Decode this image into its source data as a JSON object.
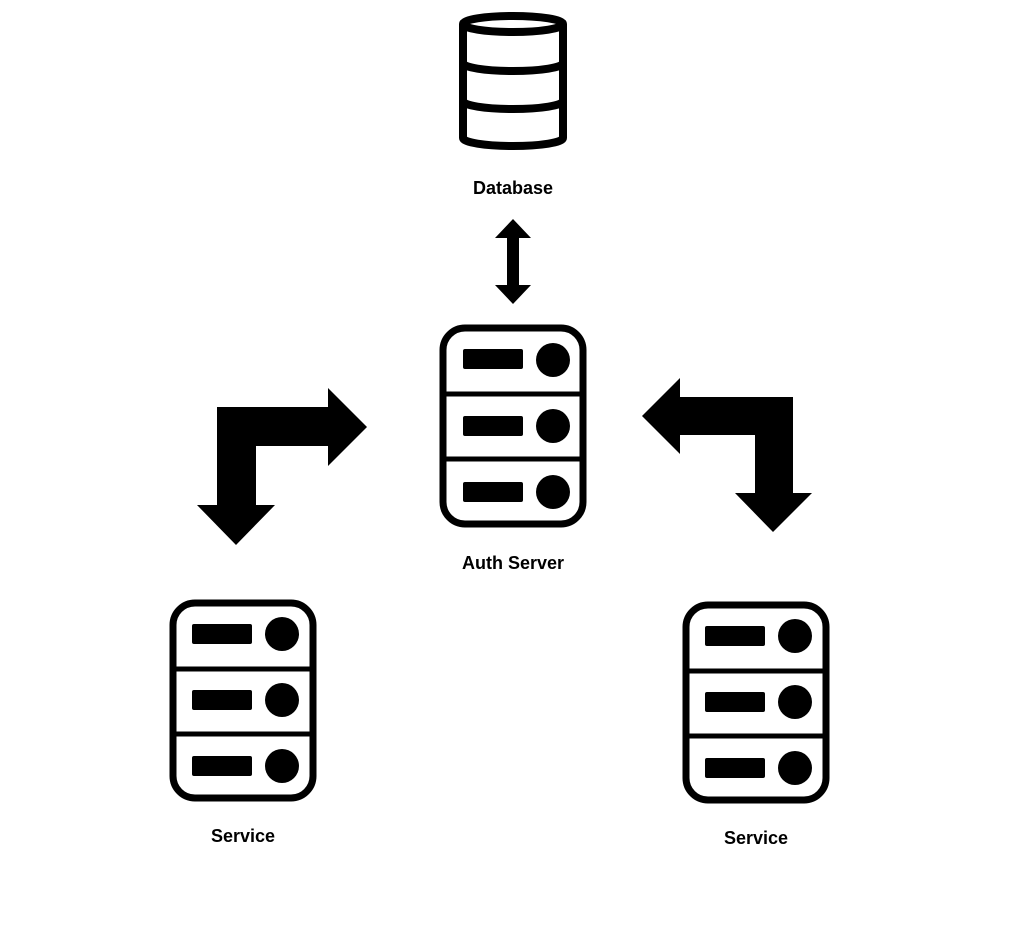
{
  "nodes": {
    "database": {
      "label": "Database",
      "icon": "database-icon"
    },
    "auth_server": {
      "label": "Auth Server",
      "icon": "server-icon"
    },
    "service_left": {
      "label": "Service",
      "icon": "server-icon"
    },
    "service_right": {
      "label": "Service",
      "icon": "server-icon"
    }
  },
  "edges": [
    {
      "from": "database",
      "to": "auth_server",
      "direction": "bidirectional"
    },
    {
      "from": "auth_server",
      "to": "service_left",
      "direction": "bidirectional"
    },
    {
      "from": "auth_server",
      "to": "service_right",
      "direction": "bidirectional"
    }
  ],
  "colors": {
    "stroke": "#000000",
    "background": "#ffffff"
  }
}
